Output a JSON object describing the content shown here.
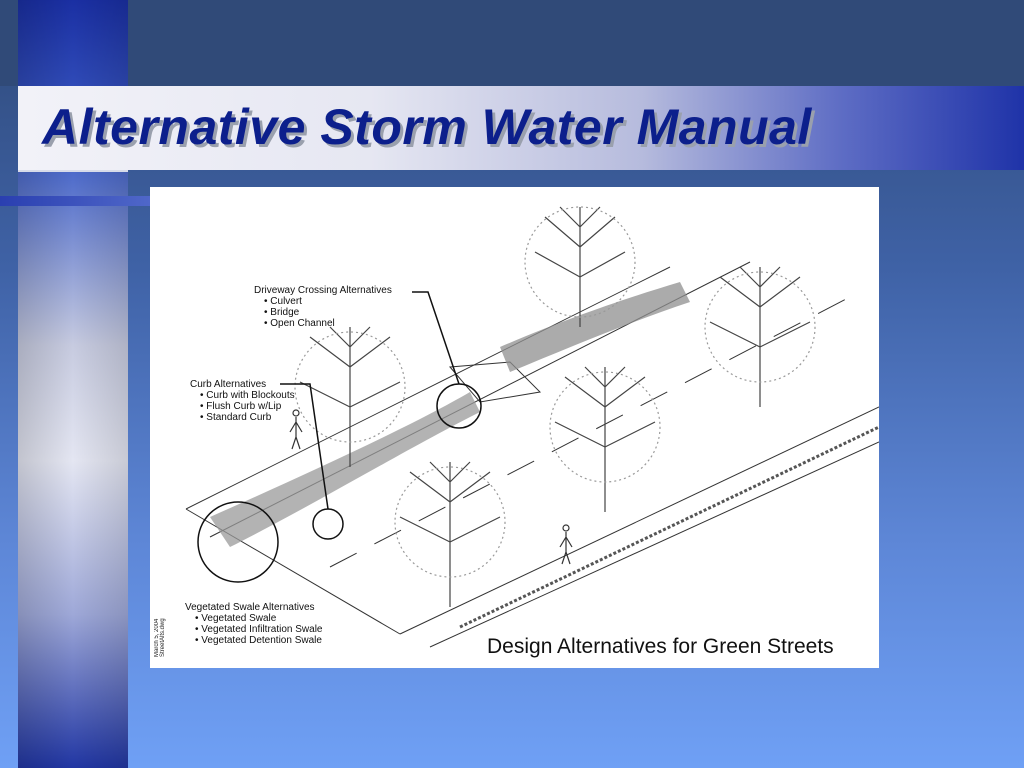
{
  "slide": {
    "title": "Alternative Storm Water Manual"
  },
  "figure": {
    "caption": "Design Alternatives for Green Streets",
    "credit": "March 5, 2004 StreetAlts.dwg",
    "callouts": {
      "driveway": {
        "heading": "Driveway Crossing Alternatives",
        "items": [
          "Culvert",
          "Bridge",
          "Open Channel"
        ]
      },
      "curb": {
        "heading": "Curb Alternatives",
        "items": [
          "Curb with Blockouts",
          "Flush Curb w/Lip",
          "Standard Curb"
        ]
      },
      "swale": {
        "heading": "Vegetated  Swale Alternatives",
        "items": [
          "Vegetated Swale",
          "Vegetated Infiltration Swale",
          "Vegetated Detention Swale"
        ]
      }
    }
  },
  "colors": {
    "title_text": "#0c1f8c",
    "title_shadow": "#9aa0ad",
    "background_top": "#2f4a7a",
    "background_bottom": "#6fa0f5",
    "accent_bar": "#2a3fb0"
  }
}
